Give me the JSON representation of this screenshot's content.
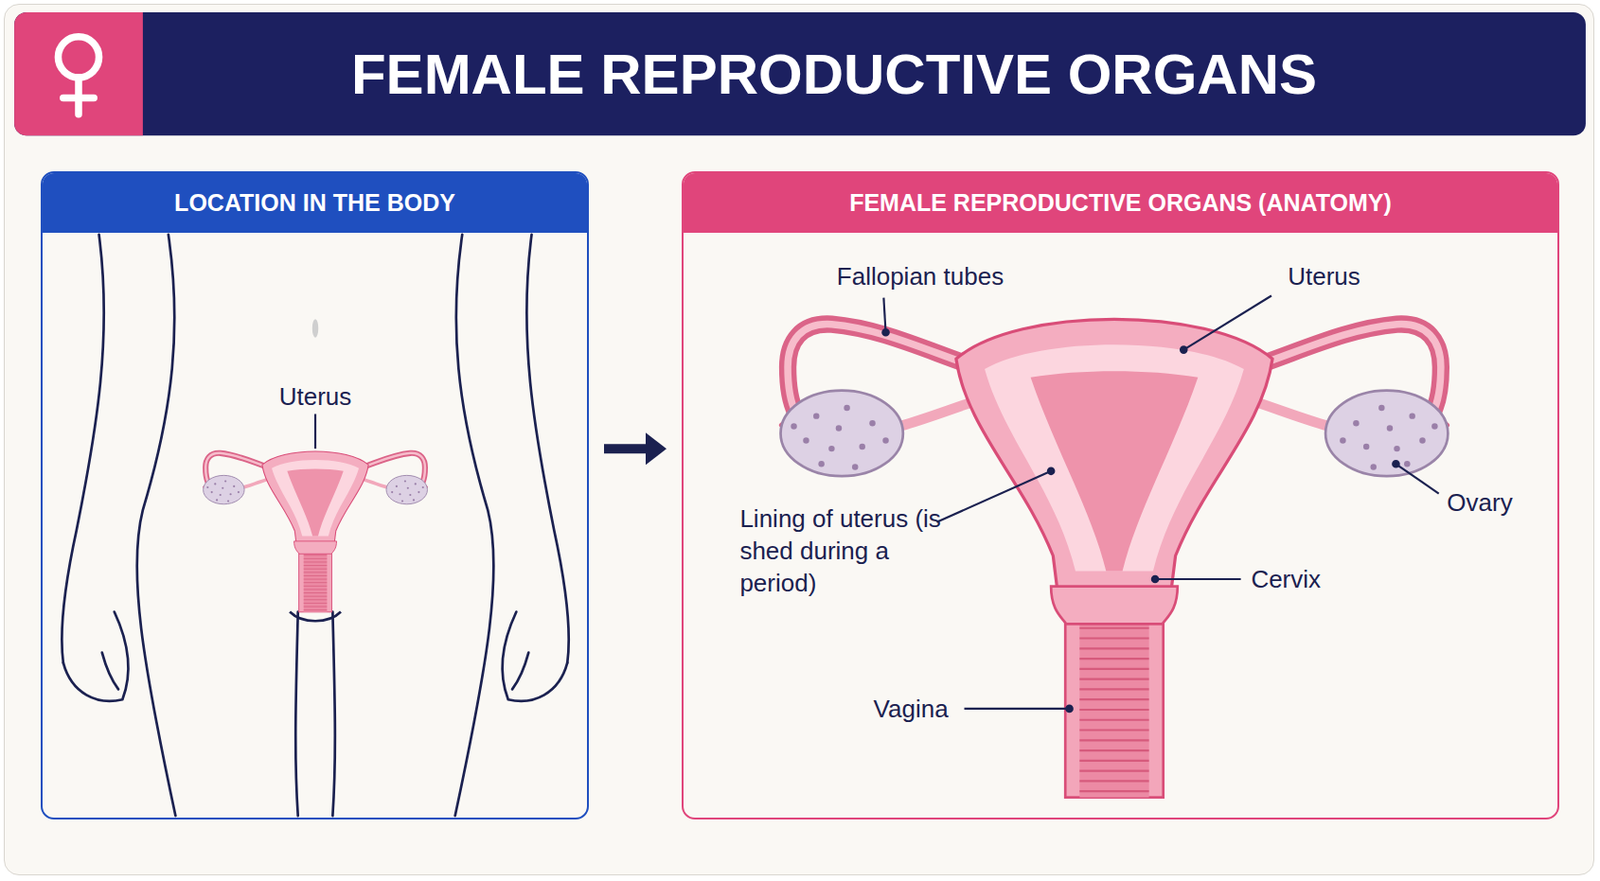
{
  "diagram": {
    "title": "FEMALE REPRODUCTIVE ORGANS",
    "nodes": [
      {
        "text": [
          "LOCATION IN THE BODY"
        ]
      },
      {
        "text": [
          "FEMALE REPRODUCTIVE ORGANS (ANATOMY)"
        ]
      }
    ],
    "edges": [
      {
        "from": 0,
        "to": 1,
        "arrow": "to"
      }
    ],
    "labels": [
      "Uterus",
      "Fallopian tubes",
      "Uterus",
      "Lining of uterus (is shed during a period)",
      "Ovary",
      "Cervix",
      "Vagina"
    ]
  }
}
